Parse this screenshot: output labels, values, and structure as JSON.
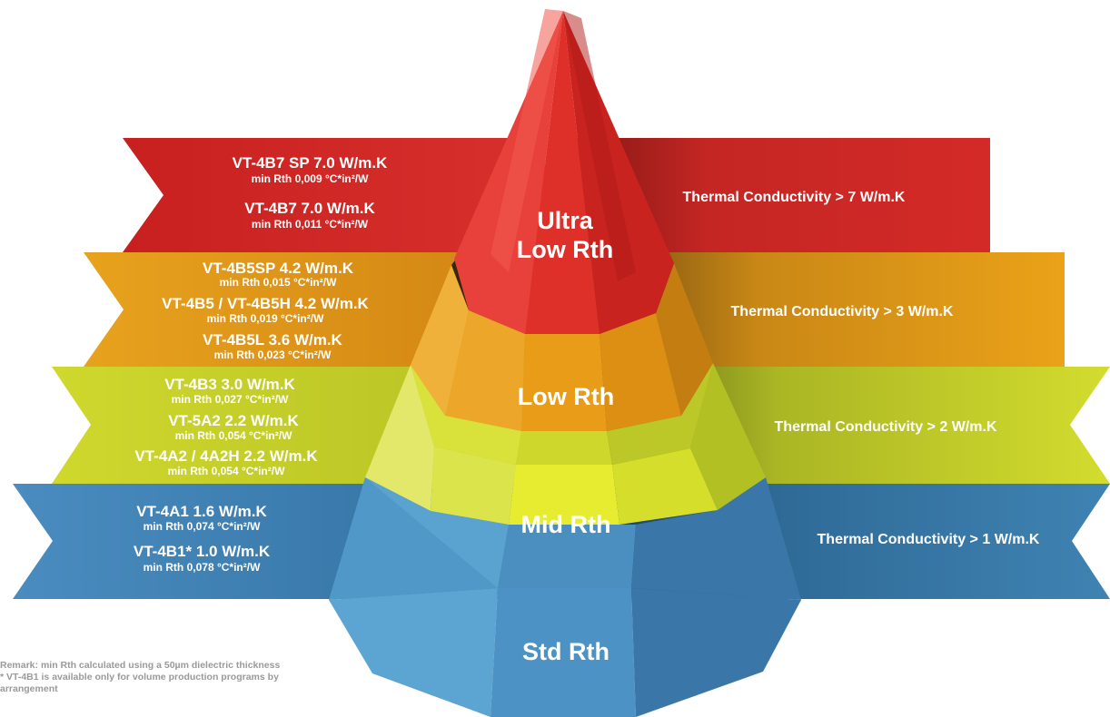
{
  "tiers": [
    {
      "level": "ultra",
      "label_lines": [
        "Ultra",
        "Low Rth"
      ],
      "right_text": "Thermal Conductivity > 7 W/m.K",
      "products": [
        {
          "name": "VT-4B7 SP  7.0 W/m.K",
          "rth": "min Rth 0,009  °C*in²/W"
        },
        {
          "name": "VT-4B7  7.0 W/m.K",
          "rth": "min Rth 0,011  °C*in²/W"
        }
      ]
    },
    {
      "level": "low",
      "label_lines": [
        "Low Rth"
      ],
      "right_text": "Thermal Conductivity > 3 W/m.K",
      "products": [
        {
          "name": "VT-4B5SP  4.2 W/m.K",
          "rth": "min Rth 0,015  °C*in²/W"
        },
        {
          "name": "VT-4B5 / VT-4B5H  4.2 W/m.K",
          "rth": "min Rth 0,019  °C*in²/W"
        },
        {
          "name": "VT-4B5L  3.6 W/m.K",
          "rth": "min Rth 0,023  °C*in²/W"
        }
      ]
    },
    {
      "level": "mid",
      "label_lines": [
        "Mid Rth"
      ],
      "right_text": "Thermal Conductivity > 2 W/m.K",
      "products": [
        {
          "name": "VT-4B3  3.0 W/m.K",
          "rth": "min Rth 0,027  °C*in²/W"
        },
        {
          "name": "VT-5A2  2.2 W/m.K",
          "rth": "min Rth 0,054  °C*in²/W"
        },
        {
          "name": "VT-4A2 / 4A2H  2.2 W/m.K",
          "rth": "min Rth 0,054  °C*in²/W"
        }
      ]
    },
    {
      "level": "std",
      "label_lines": [
        "Std Rth"
      ],
      "right_text": "Thermal Conductivity > 1 W/m.K",
      "products": [
        {
          "name": "VT-4A1  1.6 W/m.K",
          "rth": "min Rth 0,074  °C*in²/W"
        },
        {
          "name": "VT-4B1*  1.0 W/m.K",
          "rth": "min Rth 0,078  °C*in²/W"
        }
      ]
    }
  ],
  "remark": {
    "line1": "Remark: min Rth calculated using a 50µm dielectric thickness",
    "line2": "* VT-4B1 is available only for volume production programs by",
    "line3": "arrangement"
  },
  "colors": {
    "ultra": "#d42a27",
    "low": "#eba219",
    "mid": "#c9d42a",
    "std": "#3f83b2",
    "remark_text": "#9a9a9a"
  }
}
